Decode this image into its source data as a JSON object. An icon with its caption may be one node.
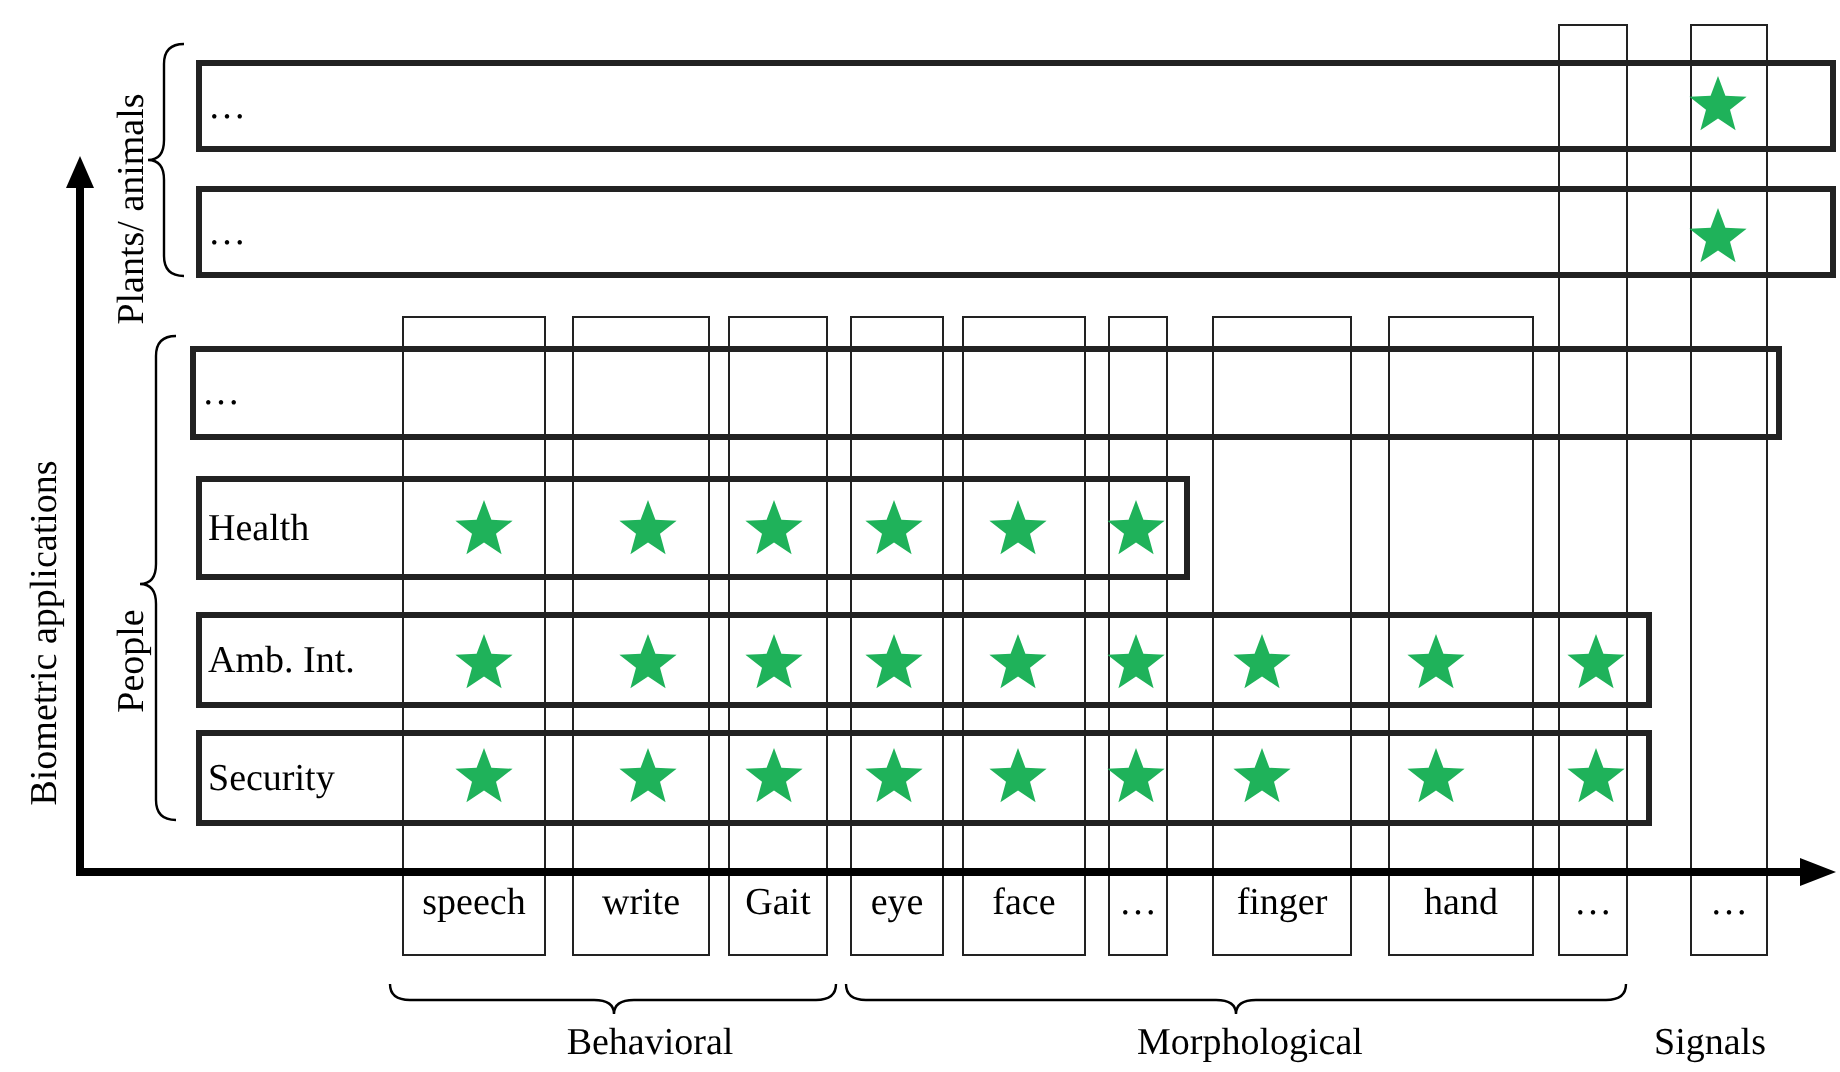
{
  "diagram": {
    "nodes": [
      {
        "text": [
          "…"
        ]
      },
      {
        "text": [
          "…"
        ]
      },
      {
        "text": [
          "…"
        ]
      },
      {
        "text": [
          "Health"
        ]
      },
      {
        "text": [
          "Amb. Int."
        ]
      },
      {
        "text": [
          "Security"
        ]
      },
      {
        "text": [
          "speech"
        ]
      },
      {
        "text": [
          "write"
        ]
      },
      {
        "text": [
          "Gait"
        ]
      },
      {
        "text": [
          "eye"
        ]
      },
      {
        "text": [
          "face"
        ]
      },
      {
        "text": [
          "…"
        ]
      },
      {
        "text": [
          "finger"
        ]
      },
      {
        "text": [
          "hand"
        ]
      },
      {
        "text": [
          "…"
        ]
      },
      {
        "text": [
          "…"
        ]
      }
    ],
    "labels": [
      "Biometric applications",
      "Plants/ animals",
      "People",
      "Behavioral",
      "Morphological",
      "Signals"
    ]
  }
}
